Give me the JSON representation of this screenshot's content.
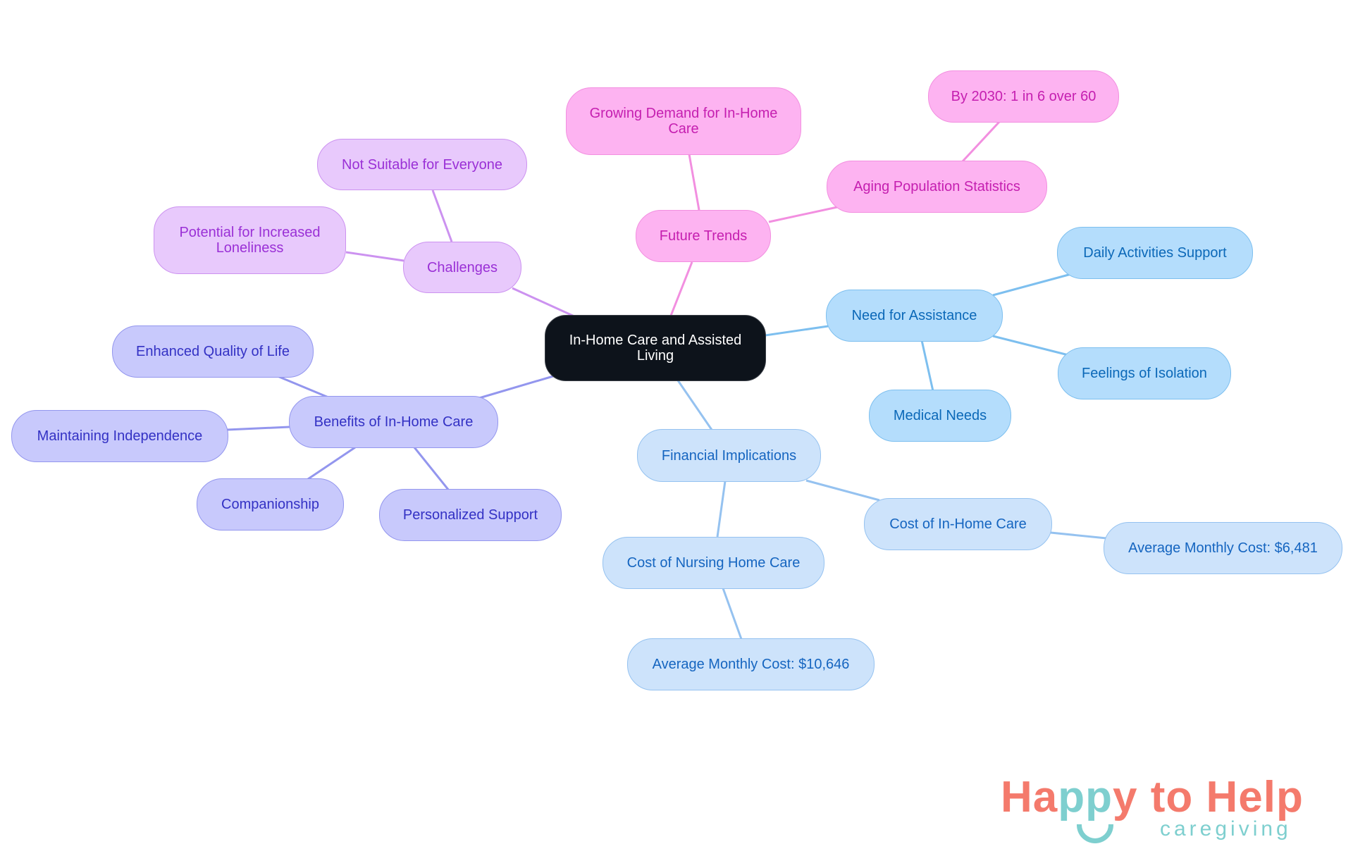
{
  "diagram": {
    "type": "mind-map",
    "root": {
      "label": "In-Home Care and Assisted Living"
    },
    "branches": [
      {
        "label": "Challenges",
        "color": "#e8c9fc",
        "children": [
          {
            "label": "Not Suitable for Everyone"
          },
          {
            "label": "Potential for Increased Loneliness"
          }
        ]
      },
      {
        "label": "Future Trends",
        "color": "#fdb3f1",
        "children": [
          {
            "label": "Growing Demand for In-Home Care"
          },
          {
            "label": "Aging Population Statistics",
            "children": [
              {
                "label": "By 2030: 1 in 6 over 60"
              }
            ]
          }
        ]
      },
      {
        "label": "Need for Assistance",
        "color": "#b4ddfc",
        "children": [
          {
            "label": "Daily Activities Support"
          },
          {
            "label": "Feelings of Isolation"
          },
          {
            "label": "Medical Needs"
          }
        ]
      },
      {
        "label": "Financial Implications",
        "color": "#cde3fb",
        "children": [
          {
            "label": "Cost of In-Home Care",
            "children": [
              {
                "label": "Average Monthly Cost: $6,481"
              }
            ]
          },
          {
            "label": "Cost of Nursing Home Care",
            "children": [
              {
                "label": "Average Monthly Cost: $10,646"
              }
            ]
          }
        ]
      },
      {
        "label": "Benefits of In-Home Care",
        "color": "#c8c9fc",
        "children": [
          {
            "label": "Enhanced Quality of Life"
          },
          {
            "label": "Maintaining Independence"
          },
          {
            "label": "Companionship"
          },
          {
            "label": "Personalized Support"
          }
        ]
      }
    ]
  },
  "logo": {
    "word_happy_ha": "Ha",
    "word_happy_pp": "pp",
    "word_happy_y": "y",
    "word_to_help": " to Help",
    "tagline": "caregiving",
    "primary_color": "#f47a6c",
    "secondary_color": "#7ecfcf"
  }
}
